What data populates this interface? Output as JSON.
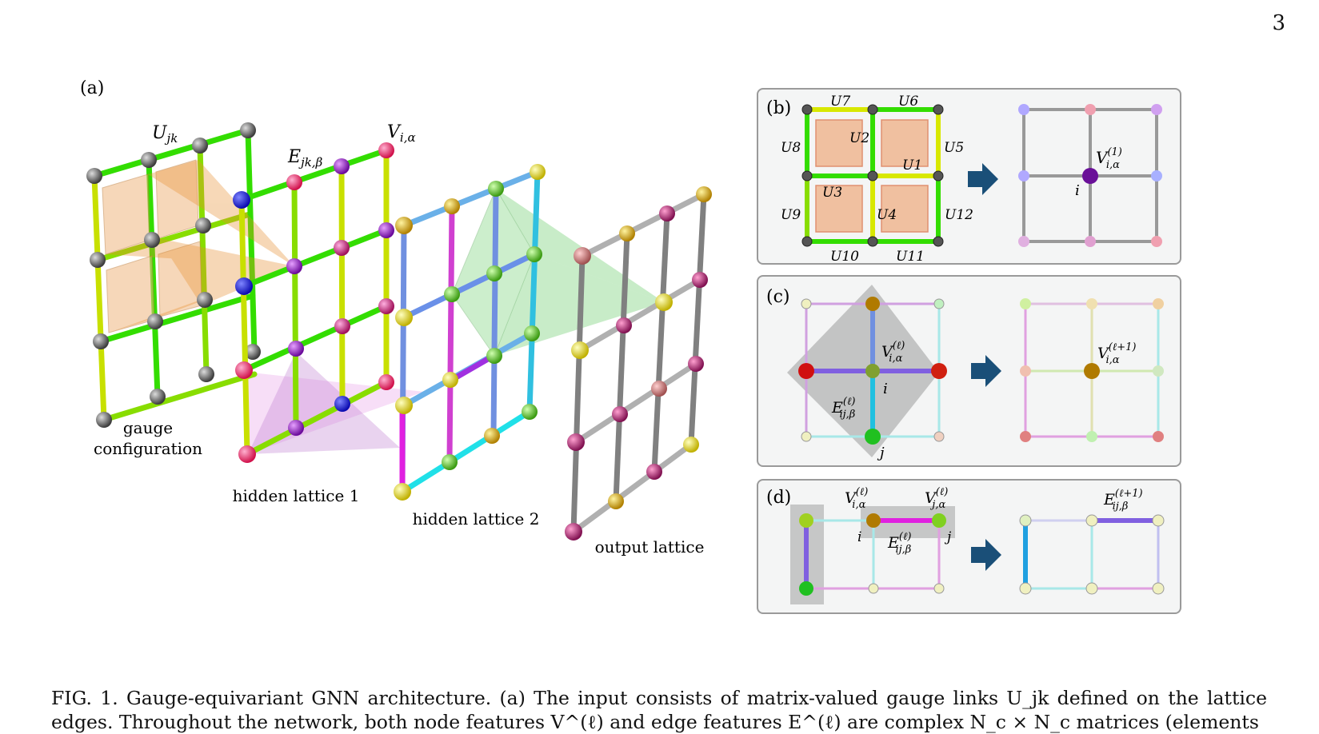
{
  "page_number": "3",
  "panel_a": {
    "label": "(a)",
    "u_jk": "U",
    "u_jk_sub": "jk",
    "e_label": "E",
    "e_sub": "jk,β",
    "v_label": "V",
    "v_sub": "i,α",
    "gauge_line1": "gauge",
    "gauge_line2": "configuration",
    "hidden1": "hidden lattice 1",
    "hidden2": "hidden lattice 2",
    "output": "output lattice"
  },
  "panel_b": {
    "label": "(b)",
    "links": [
      "U7",
      "U6",
      "U8",
      "U2",
      "U5",
      "U1",
      "U3",
      "U9",
      "U4",
      "U12",
      "U10",
      "U11"
    ],
    "v_label": "V",
    "v_sup": "(1)",
    "v_sub": "i,α",
    "node_i": "i"
  },
  "panel_c": {
    "label": "(c)",
    "v_in": "V",
    "v_in_sup": "(ℓ)",
    "v_in_sub": "i,α",
    "e_in": "E",
    "e_in_sup": "(ℓ)",
    "e_in_sub": "ij,β",
    "node_i": "i",
    "node_j": "j",
    "v_out": "V",
    "v_out_sup": "(ℓ+1)",
    "v_out_sub": "i,α"
  },
  "panel_d": {
    "label": "(d)",
    "vi": "V",
    "vi_sup": "(ℓ)",
    "vi_sub": "i,α",
    "vj": "V",
    "vj_sup": "(ℓ)",
    "vj_sub": "j,α",
    "e_in": "E",
    "e_in_sup": "(ℓ)",
    "e_in_sub": "ij,β",
    "node_i": "i",
    "node_j": "j",
    "e_out": "E",
    "e_out_sup": "(ℓ+1)",
    "e_out_sub": "ij,β"
  },
  "caption": "FIG. 1. Gauge-equivariant GNN architecture. (a) The input consists of matrix-valued gauge links U_jk defined on the lattice edges. Throughout the network, both node features V^(ℓ) and edge features E^(ℓ) are complex N_c × N_c matrices (elements"
}
